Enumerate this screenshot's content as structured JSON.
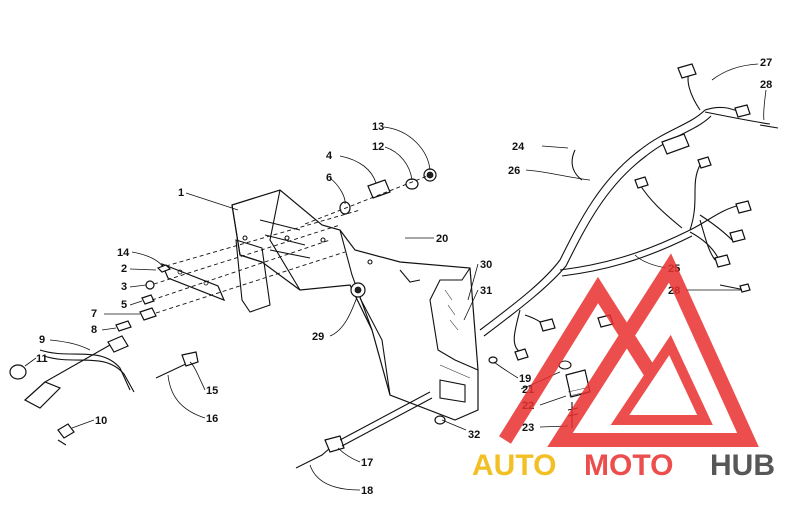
{
  "diagram": {
    "labels": [
      {
        "id": "1",
        "text": "1"
      },
      {
        "id": "2",
        "text": "2"
      },
      {
        "id": "3",
        "text": "3"
      },
      {
        "id": "4",
        "text": "4"
      },
      {
        "id": "5",
        "text": "5"
      },
      {
        "id": "6",
        "text": "6"
      },
      {
        "id": "7",
        "text": "7"
      },
      {
        "id": "8",
        "text": "8"
      },
      {
        "id": "9",
        "text": "9"
      },
      {
        "id": "10",
        "text": "10"
      },
      {
        "id": "11",
        "text": "11"
      },
      {
        "id": "12",
        "text": "12"
      },
      {
        "id": "13",
        "text": "13"
      },
      {
        "id": "14",
        "text": "14"
      },
      {
        "id": "15",
        "text": "15"
      },
      {
        "id": "16",
        "text": "16"
      },
      {
        "id": "17",
        "text": "17"
      },
      {
        "id": "18",
        "text": "18"
      },
      {
        "id": "19",
        "text": "19"
      },
      {
        "id": "20",
        "text": "20"
      },
      {
        "id": "21",
        "text": "21"
      },
      {
        "id": "22",
        "text": "22"
      },
      {
        "id": "23",
        "text": "23"
      },
      {
        "id": "24",
        "text": "24"
      },
      {
        "id": "25",
        "text": "25"
      },
      {
        "id": "26",
        "text": "26"
      },
      {
        "id": "27",
        "text": "27"
      },
      {
        "id": "28a",
        "text": "28"
      },
      {
        "id": "28b",
        "text": "28"
      },
      {
        "id": "29",
        "text": "29"
      },
      {
        "id": "30",
        "text": "30"
      },
      {
        "id": "31",
        "text": "31"
      },
      {
        "id": "32",
        "text": "32"
      }
    ]
  },
  "watermark": {
    "word_auto": "AUTO",
    "word_moto": "MOTO",
    "word_hub": "HUB",
    "colors": {
      "auto": "#f0b400",
      "moto": "#e8302f",
      "hub": "#3a3a3a",
      "triangle": "#e8302f"
    }
  }
}
